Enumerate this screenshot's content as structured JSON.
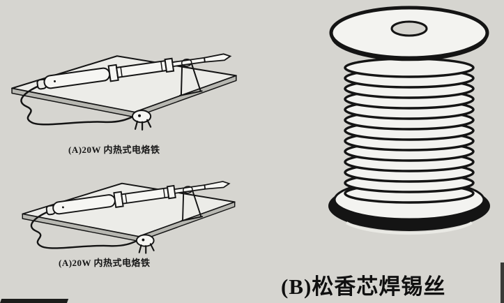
{
  "page": {
    "background_color": "#d6d5d0",
    "ink_color": "#141414"
  },
  "figures": {
    "iron_top": {
      "caption": "(A)20W 内热式电烙铁"
    },
    "iron_bottom": {
      "caption": "(A)20W 内热式电烙铁"
    },
    "spool": {
      "caption": "(B)松香芯焊锡丝"
    }
  }
}
